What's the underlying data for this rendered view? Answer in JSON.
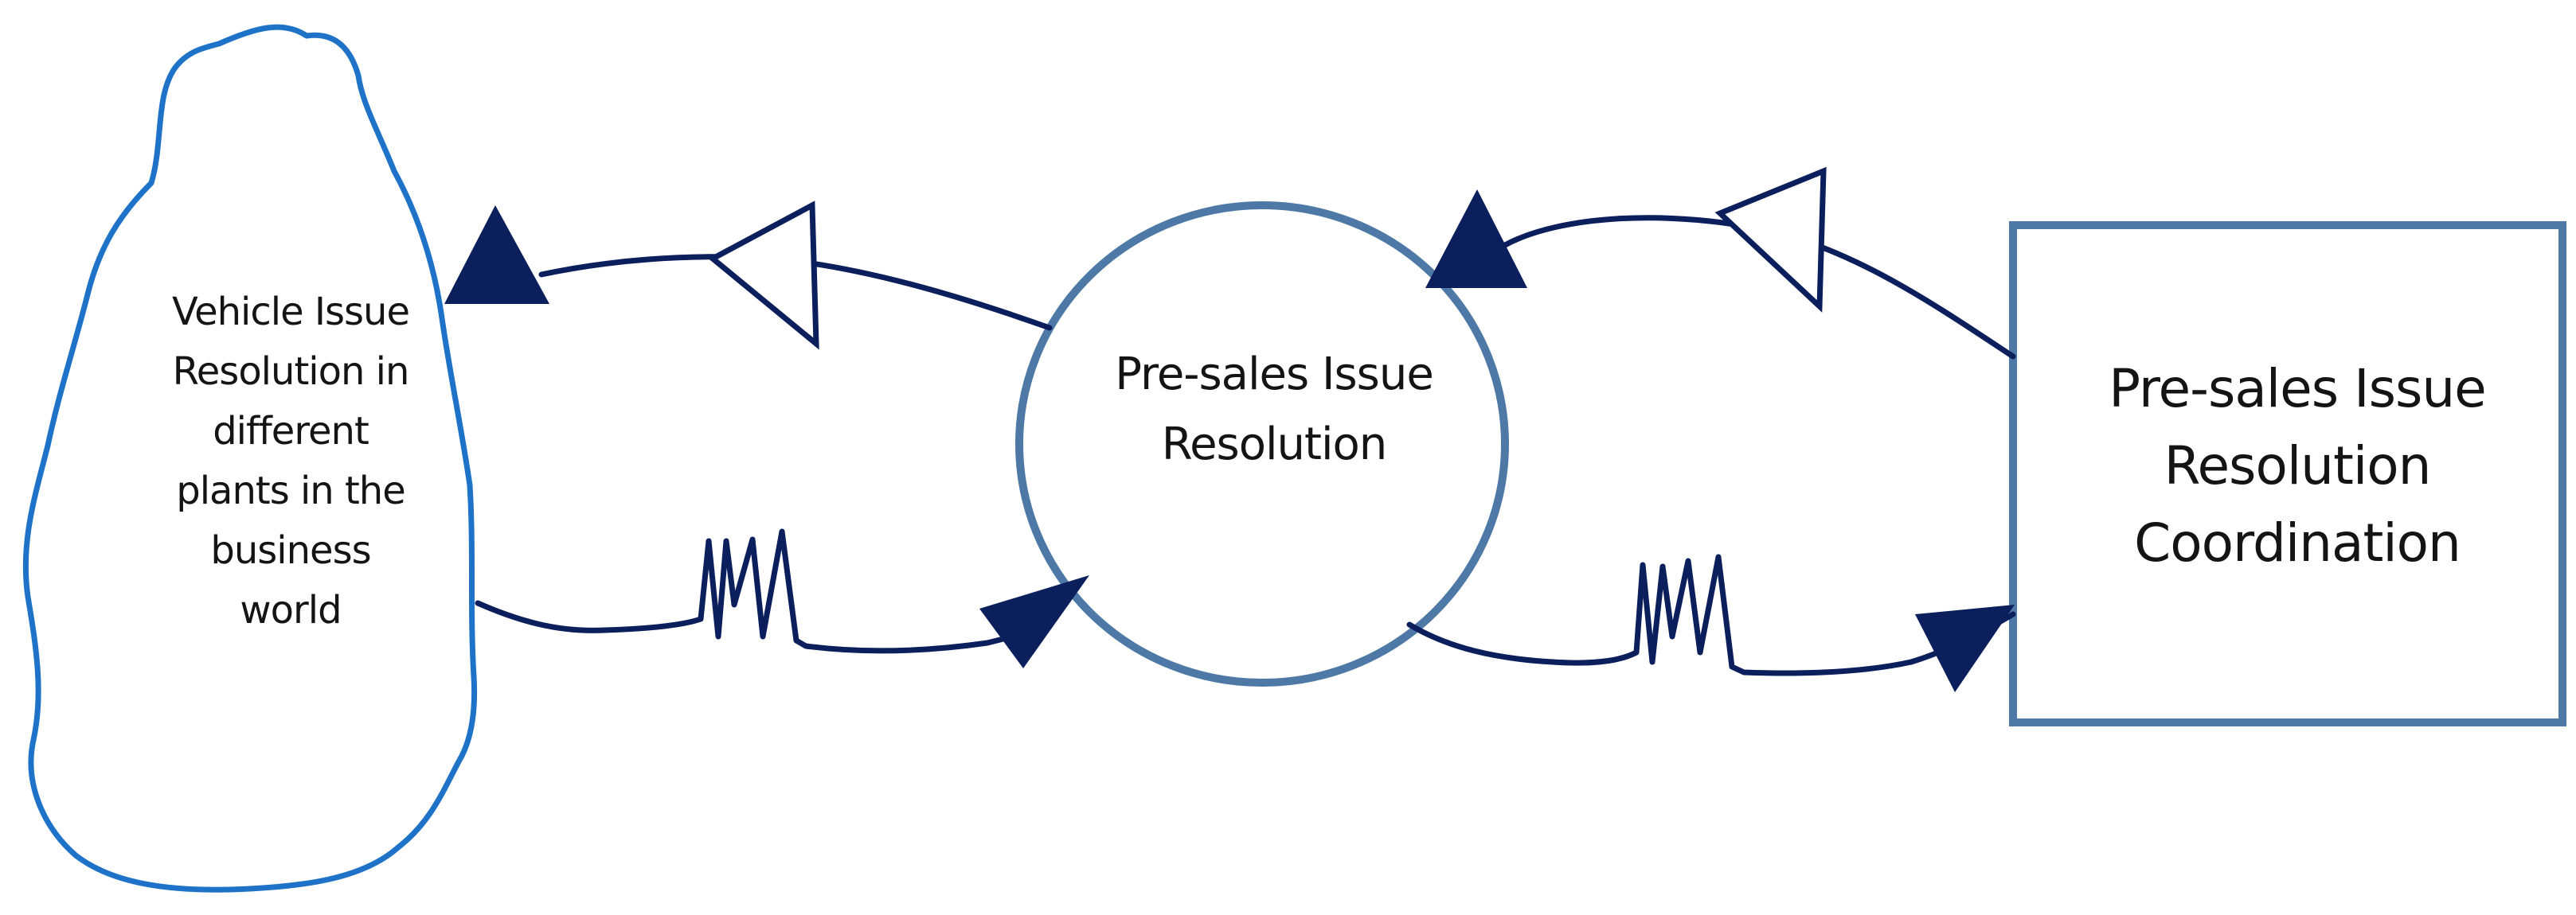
{
  "nodes": {
    "environment": {
      "label": "Vehicle Issue\nResolution in\ndifferent\nplants in the\nbusiness\nworld",
      "shape": "cloud"
    },
    "process": {
      "label": "Pre-sales Issue\nResolution",
      "shape": "circle"
    },
    "entity": {
      "label": "Pre-sales Issue\nResolution\nCoordination",
      "shape": "rectangle"
    }
  },
  "flows": [
    {
      "from": "process",
      "to": "environment",
      "kind": "return",
      "marker": "hollow-and-solid-triangle"
    },
    {
      "from": "environment",
      "to": "process",
      "kind": "oscillating",
      "marker": "solid-triangle"
    },
    {
      "from": "entity",
      "to": "process",
      "kind": "return",
      "marker": "hollow-and-solid-triangle"
    },
    {
      "from": "process",
      "to": "entity",
      "kind": "oscillating",
      "marker": "solid-triangle"
    }
  ],
  "colors": {
    "cloud_outline": "#1E73C8",
    "node_outline": "#4E79A7",
    "connector": "#0B1F5C",
    "arrow_fill": "#0B1F5C",
    "hollow_arrow_fill": "#FFFFFF",
    "text": "#141414"
  }
}
